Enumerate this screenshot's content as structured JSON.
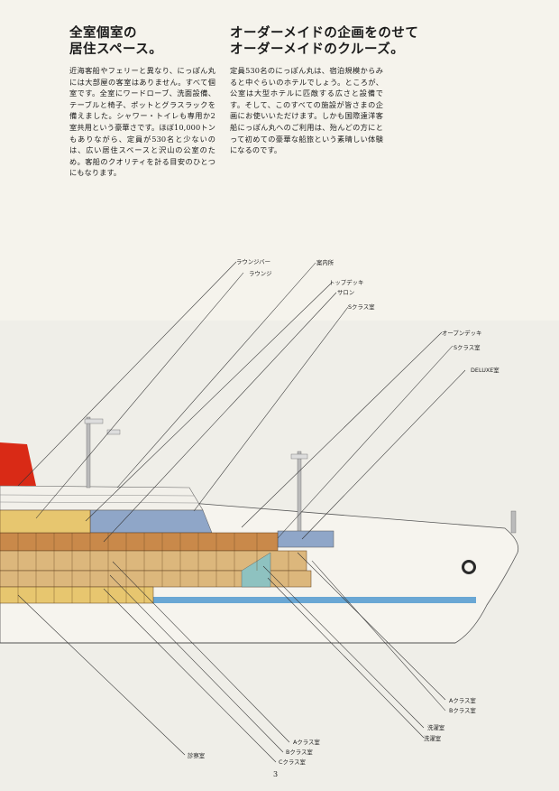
{
  "left_column": {
    "heading_line1": "全室個室の",
    "heading_line2": "居住スペース。",
    "body": "近海客船やフェリーと異なり、にっぽん丸には大部屋の客室はありません。すべて個室です。全室にワードローブ、洗面設備、テーブルと椅子、ポットとグラスラックを備えました。シャワー・トイレも専用か2室共用という豪華さです。ほぼ10,000トンもありながら、定員が530名と少ないのは、広い居住スペースと沢山の公室のため。客船のクオリティを計る目安のひとつにもなります。"
  },
  "right_column": {
    "heading_line1": "オーダーメイドの企画をのせて",
    "heading_line2": "オーダーメイドのクルーズ。",
    "body": "定員530名のにっぽん丸は、宿泊規模からみると中ぐらいのホテルでしょう。ところが、公室は大型ホテルに匹敵する広さと設備です。そして、このすべての施設が皆さまの企画にお使いいただけます。しかも国際遠洋客船にっぽん丸へのご利用は、殆んどの方にとって初めての豪華な船旅という素晴しい体験になるのです。"
  },
  "diagram_labels": {
    "lounge_bar": "ラウンジバー",
    "lounge": "ラウンジ",
    "information": "案内所",
    "top_deck": "トップデッキ",
    "salon": "サロン",
    "s_class_1": "Sクラス室",
    "open_deck": "オープンデッキ",
    "s_class_2": "Sクラス室",
    "deluxe": "DELUXE室",
    "a_class_right": "Aクラス室",
    "b_class_right": "Bクラス室",
    "laundry_1": "洗濯室",
    "laundry_2": "洗濯室",
    "a_class_bottom": "Aクラス室",
    "b_class_bottom": "Bクラス室",
    "c_class_bottom": "Cクラス室",
    "clinic": "診察室"
  },
  "page_number": "3",
  "colors": {
    "hull_white": "#f6f4ee",
    "funnel_red": "#d92a16",
    "cabin_orange": "#c9894a",
    "cabin_tan": "#dcb77c",
    "deck_blue": "#8fa6c8",
    "waterline_blue": "#6aa7d4",
    "cabin_yellow": "#e7c66f"
  }
}
